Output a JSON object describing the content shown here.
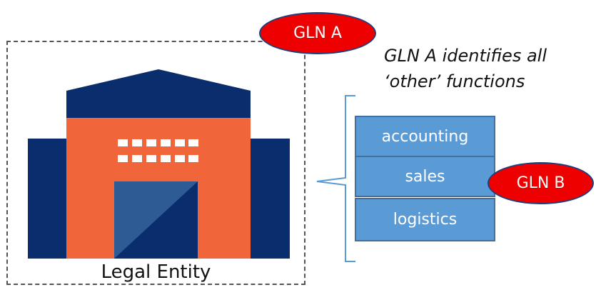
{
  "entity": {
    "label": "Legal Entity"
  },
  "gln_a": {
    "label": "GLN A"
  },
  "gln_b": {
    "label": "GLN B"
  },
  "caption": {
    "line1": "GLN A identifies all",
    "line2": "‘other’ functions"
  },
  "functions": [
    {
      "label": "accounting"
    },
    {
      "label": "sales"
    },
    {
      "label": "logistics"
    }
  ],
  "colors": {
    "building_orange": "#f0663a",
    "building_navy": "#0a2d6e",
    "oval_red": "#ee0000",
    "function_blue": "#5b9bd5",
    "bracket_blue": "#5b9bd5"
  }
}
